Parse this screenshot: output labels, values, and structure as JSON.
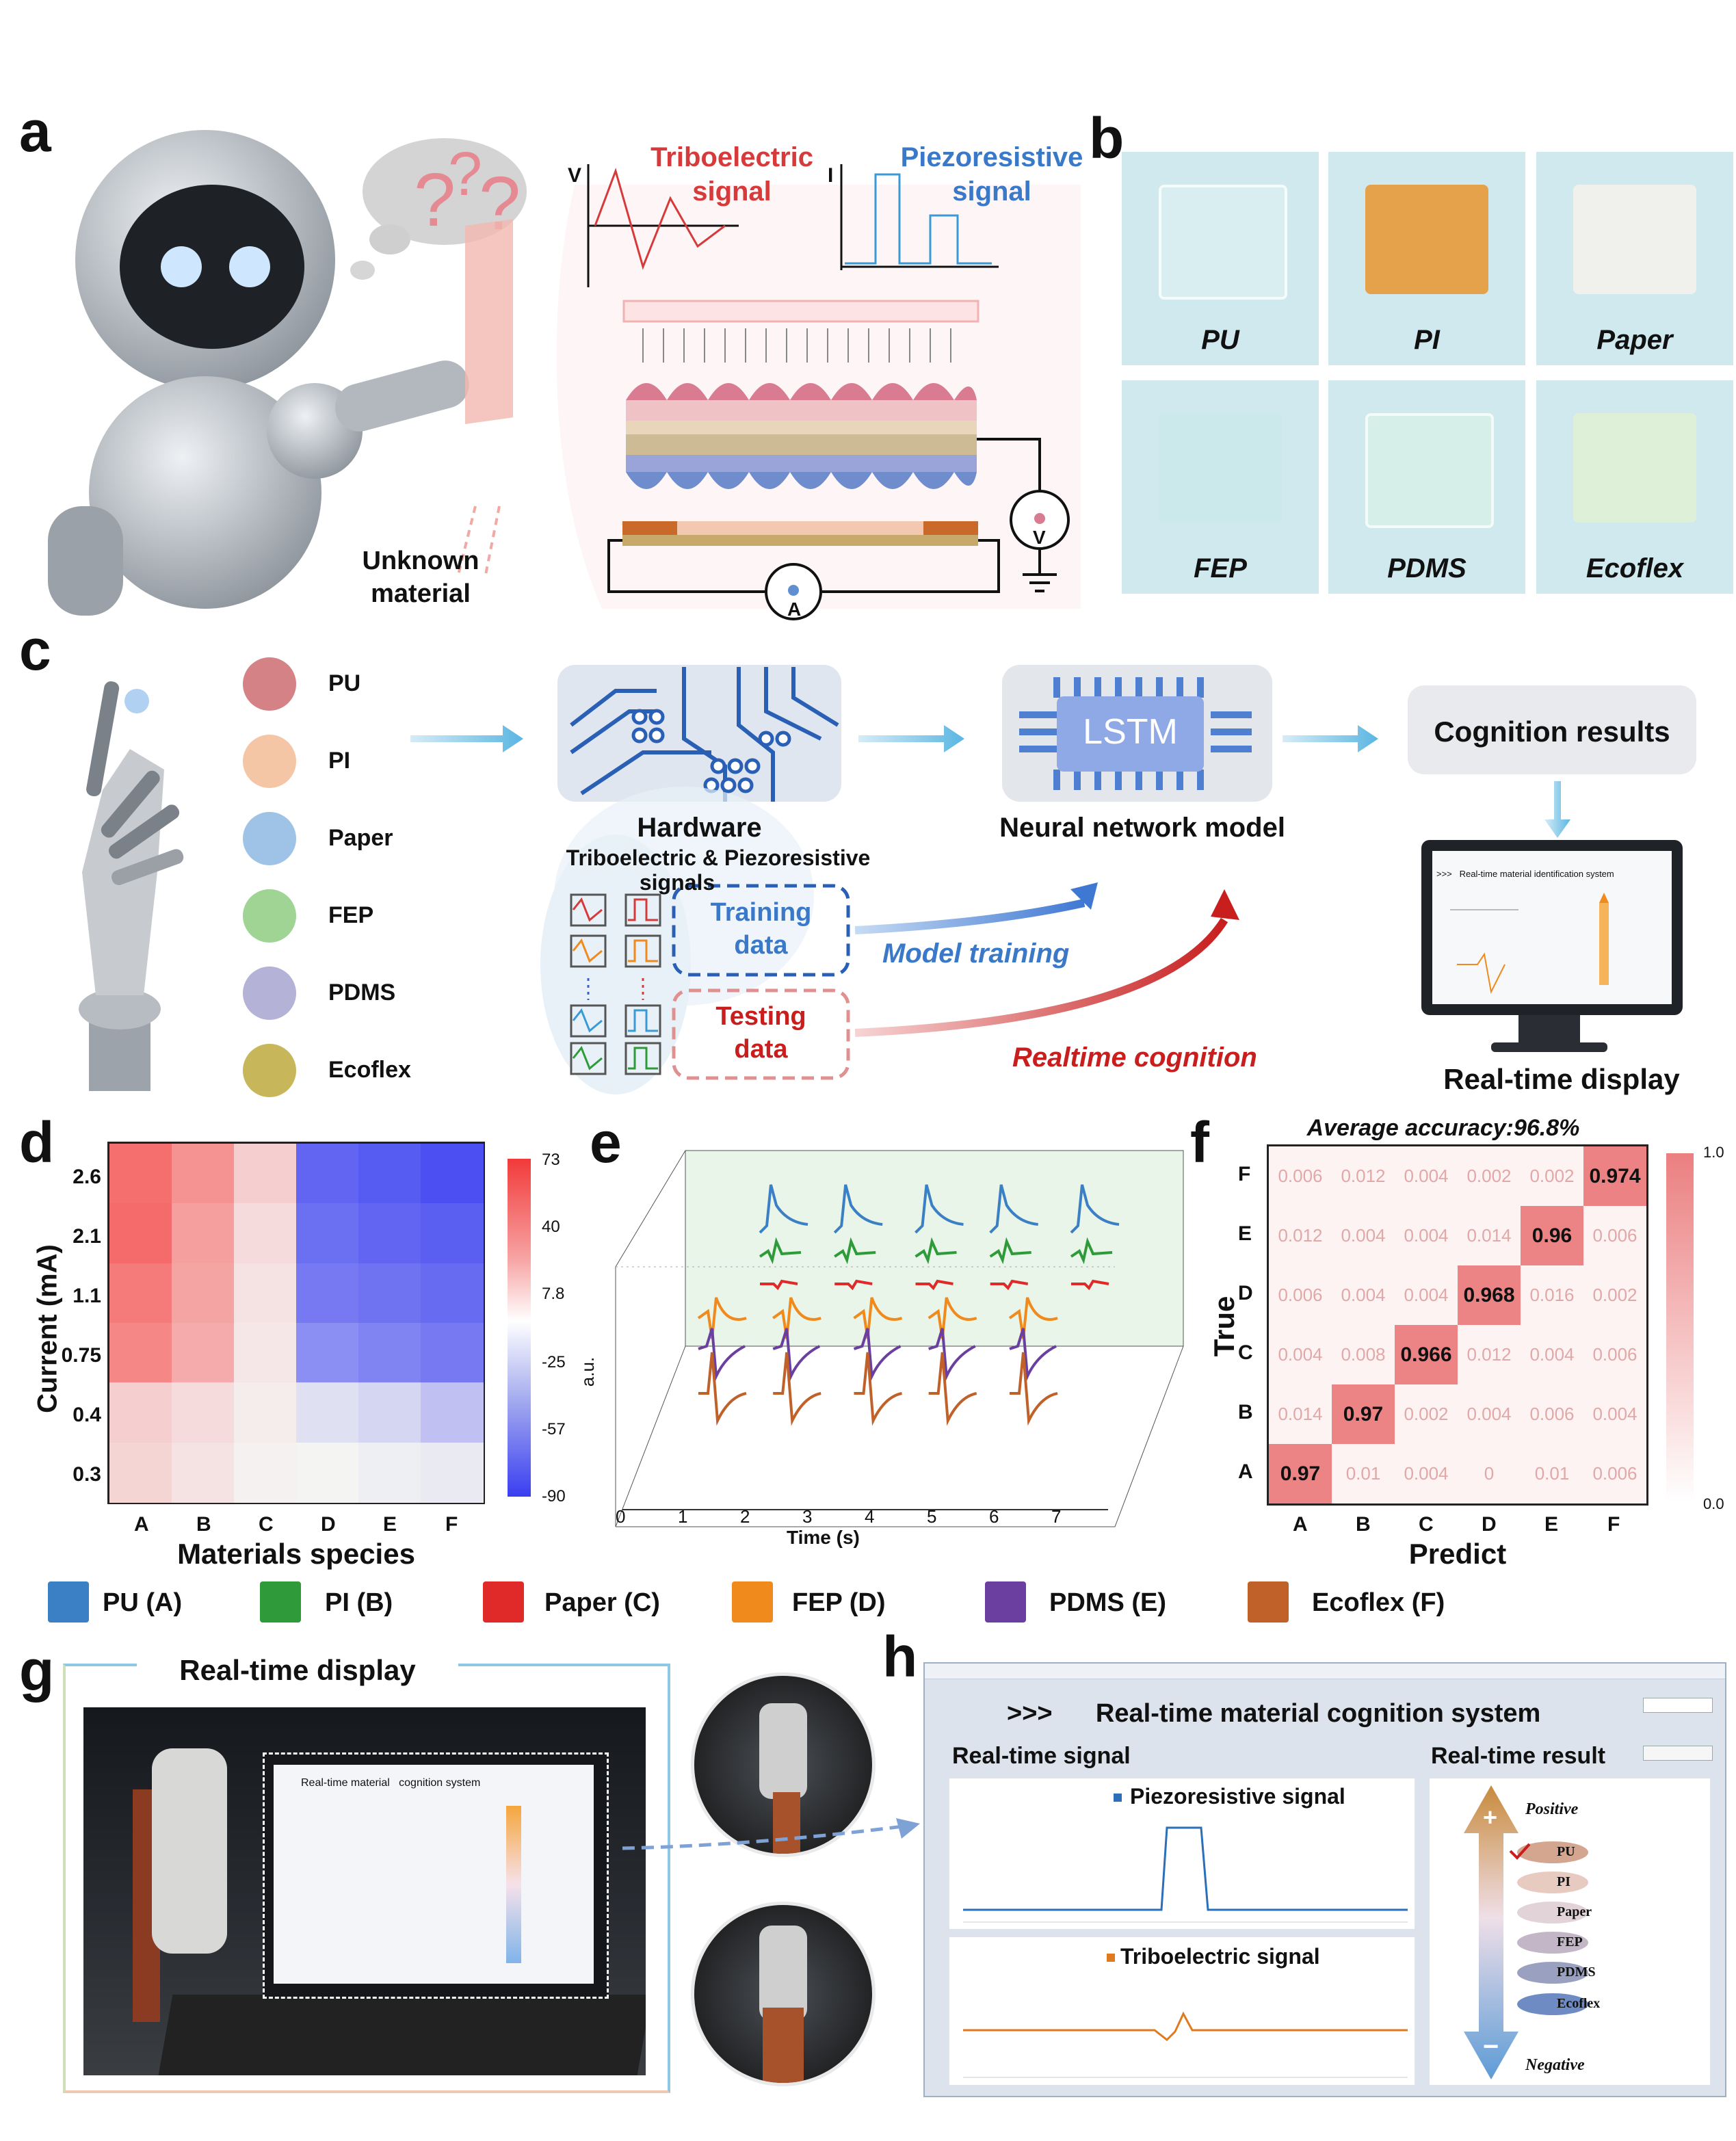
{
  "panels": [
    "a",
    "b",
    "c",
    "d",
    "e",
    "f",
    "g",
    "h"
  ],
  "a": {
    "unknown_material": [
      "Unknown",
      "material"
    ],
    "tribo_title": [
      "Triboelectric",
      "signal"
    ],
    "piezo_title": [
      "Piezoresistive",
      "signal"
    ],
    "v_axis": "V",
    "i_axis": "I",
    "voltmeter": "V",
    "ammeter": "A",
    "colors": {
      "tribo": "#d63a3a",
      "piezo": "#3a78c8"
    }
  },
  "b": {
    "materials": [
      {
        "name": "PU",
        "color": "#d9eef0"
      },
      {
        "name": "PI",
        "color": "#e6a24a"
      },
      {
        "name": "Paper",
        "color": "#f0f1ec"
      },
      {
        "name": "FEP",
        "color": "#cbe9ea"
      },
      {
        "name": "PDMS",
        "color": "#d6efe9"
      },
      {
        "name": "Ecoflex",
        "color": "#dff0d8"
      }
    ]
  },
  "c": {
    "materials": [
      {
        "name": "PU",
        "color": "#d48286"
      },
      {
        "name": "PI",
        "color": "#f5c6a6"
      },
      {
        "name": "Paper",
        "color": "#9fc3e6"
      },
      {
        "name": "FEP",
        "color": "#9fd495"
      },
      {
        "name": "PDMS",
        "color": "#b4b2d6"
      },
      {
        "name": "Ecoflex",
        "color": "#c7b75a"
      }
    ],
    "hardware": "Hardware",
    "signals": [
      "Triboelectric & Piezoresistive",
      "signals"
    ],
    "training": [
      "Training",
      "data"
    ],
    "testing": [
      "Testing",
      "data"
    ],
    "lstm": "LSTM",
    "nn_model": "Neural network model",
    "model_training": "Model training",
    "realtime_cognition": "Realtime cognition",
    "cognition_results": "Cognition results",
    "realtime_display": "Real-time display",
    "monitor_title": ">>>   Real-time material identification system"
  },
  "legend": [
    {
      "label": "PU (A)",
      "color": "#3b7fc4"
    },
    {
      "label": "PI (B)",
      "color": "#2e9a3a"
    },
    {
      "label": "Paper (C)",
      "color": "#e02a2a"
    },
    {
      "label": "FEP (D)",
      "color": "#f08a1c"
    },
    {
      "label": "PDMS (E)",
      "color": "#6b3fa0"
    },
    {
      "label": "Ecoflex (F)",
      "color": "#c0612a"
    }
  ],
  "d": {
    "ylabel": "Current (mA)",
    "xlabel": "Materials species",
    "yticks": [
      "2.6",
      "2.1",
      "1.1",
      "0.75",
      "0.4",
      "0.3"
    ],
    "xticks": [
      "A",
      "B",
      "C",
      "D",
      "E",
      "F"
    ],
    "colorbar": [
      "73",
      "40",
      "7.8",
      "-25",
      "-57",
      "-90"
    ]
  },
  "e": {
    "ylabel": "a.u.",
    "xlabel": "Time (s)",
    "xticks": [
      "0",
      "1",
      "2",
      "3",
      "4",
      "5",
      "6",
      "7"
    ]
  },
  "f": {
    "title": "Average accuracy:96.8%",
    "ylabel": "True",
    "xlabel": "Predict",
    "colorbar": [
      "1.0",
      "0.0"
    ]
  },
  "g": {
    "title": "Real-time display",
    "screen_title": "Real-time material   cognition system"
  },
  "h": {
    "title": ">>>      Real-time material cognition system",
    "signal_header": "Real-time signal",
    "result_header": "Real-time result",
    "piezo_label": "Piezoresistive signal",
    "tribo_label": "Triboelectric signal",
    "positive": "Positive",
    "negative": "Negative",
    "plus": "+",
    "minus": "−",
    "items": [
      "PU",
      "PI",
      "Paper",
      "FEP",
      "PDMS",
      "Ecoflex"
    ]
  },
  "chart_data": [
    {
      "type": "heatmap",
      "xlabel": "Materials species",
      "ylabel": "Current (mA)",
      "x": [
        "A",
        "B",
        "C",
        "D",
        "E",
        "F"
      ],
      "y": [
        "2.6",
        "2.1",
        "1.1",
        "0.75",
        "0.4",
        "0.3"
      ],
      "values": [
        [
          60,
          45,
          20,
          -75,
          -80,
          -85
        ],
        [
          62,
          40,
          15,
          -70,
          -75,
          -78
        ],
        [
          55,
          38,
          12,
          -65,
          -68,
          -72
        ],
        [
          50,
          35,
          10,
          -55,
          -60,
          -65
        ],
        [
          20,
          15,
          8,
          -15,
          -20,
          -30
        ],
        [
          18,
          12,
          6,
          -5,
          -8,
          -10
        ]
      ],
      "colorbar": {
        "min": -90,
        "max": 73,
        "ticks": [
          73,
          40,
          7.8,
          -25,
          -57,
          -90
        ]
      }
    },
    {
      "type": "line",
      "xlabel": "Time (s)",
      "ylabel": "a.u.",
      "x_ticks": [
        0,
        1,
        2,
        3,
        4,
        5,
        6,
        7
      ],
      "series": [
        {
          "name": "PU (A)",
          "color": "#3b7fc4",
          "x": [
            1,
            2.2,
            3.5,
            4.7,
            6.0
          ]
        },
        {
          "name": "PI (B)",
          "color": "#2e9a3a",
          "x": [
            1,
            2.2,
            3.5,
            4.7,
            6.0
          ]
        },
        {
          "name": "Paper (C)",
          "color": "#e02a2a",
          "x": [
            1,
            2.2,
            3.5,
            4.7,
            6.0
          ]
        },
        {
          "name": "FEP (D)",
          "color": "#f08a1c",
          "x": [
            1,
            2.2,
            3.5,
            4.7,
            6.0
          ]
        },
        {
          "name": "PDMS (E)",
          "color": "#6b3fa0",
          "x": [
            1,
            2.2,
            3.5,
            4.7,
            6.0
          ]
        },
        {
          "name": "Ecoflex (F)",
          "color": "#c0612a",
          "x": [
            1,
            2.2,
            3.5,
            4.7,
            6.0
          ]
        }
      ]
    },
    {
      "type": "heatmap",
      "title": "Average accuracy:96.8%",
      "xlabel": "Predict",
      "ylabel": "True",
      "x": [
        "A",
        "B",
        "C",
        "D",
        "E",
        "F"
      ],
      "y": [
        "F",
        "E",
        "D",
        "C",
        "B",
        "A"
      ],
      "values": [
        [
          "0.006",
          "0.012",
          "0.004",
          "0.002",
          "0.002",
          "0.974"
        ],
        [
          "0.012",
          "0.004",
          "0.004",
          "0.014",
          "0.96",
          "0.006"
        ],
        [
          "0.006",
          "0.004",
          "0.004",
          "0.968",
          "0.016",
          "0.002"
        ],
        [
          "0.004",
          "0.008",
          "0.966",
          "0.012",
          "0.004",
          "0.006"
        ],
        [
          "0.014",
          "0.97",
          "0.002",
          "0.004",
          "0.006",
          "0.004"
        ],
        [
          "0.97",
          "0.01",
          "0.004",
          "0",
          "0.01",
          "0.006"
        ]
      ],
      "colorbar": {
        "min": 0.0,
        "max": 1.0
      }
    }
  ]
}
